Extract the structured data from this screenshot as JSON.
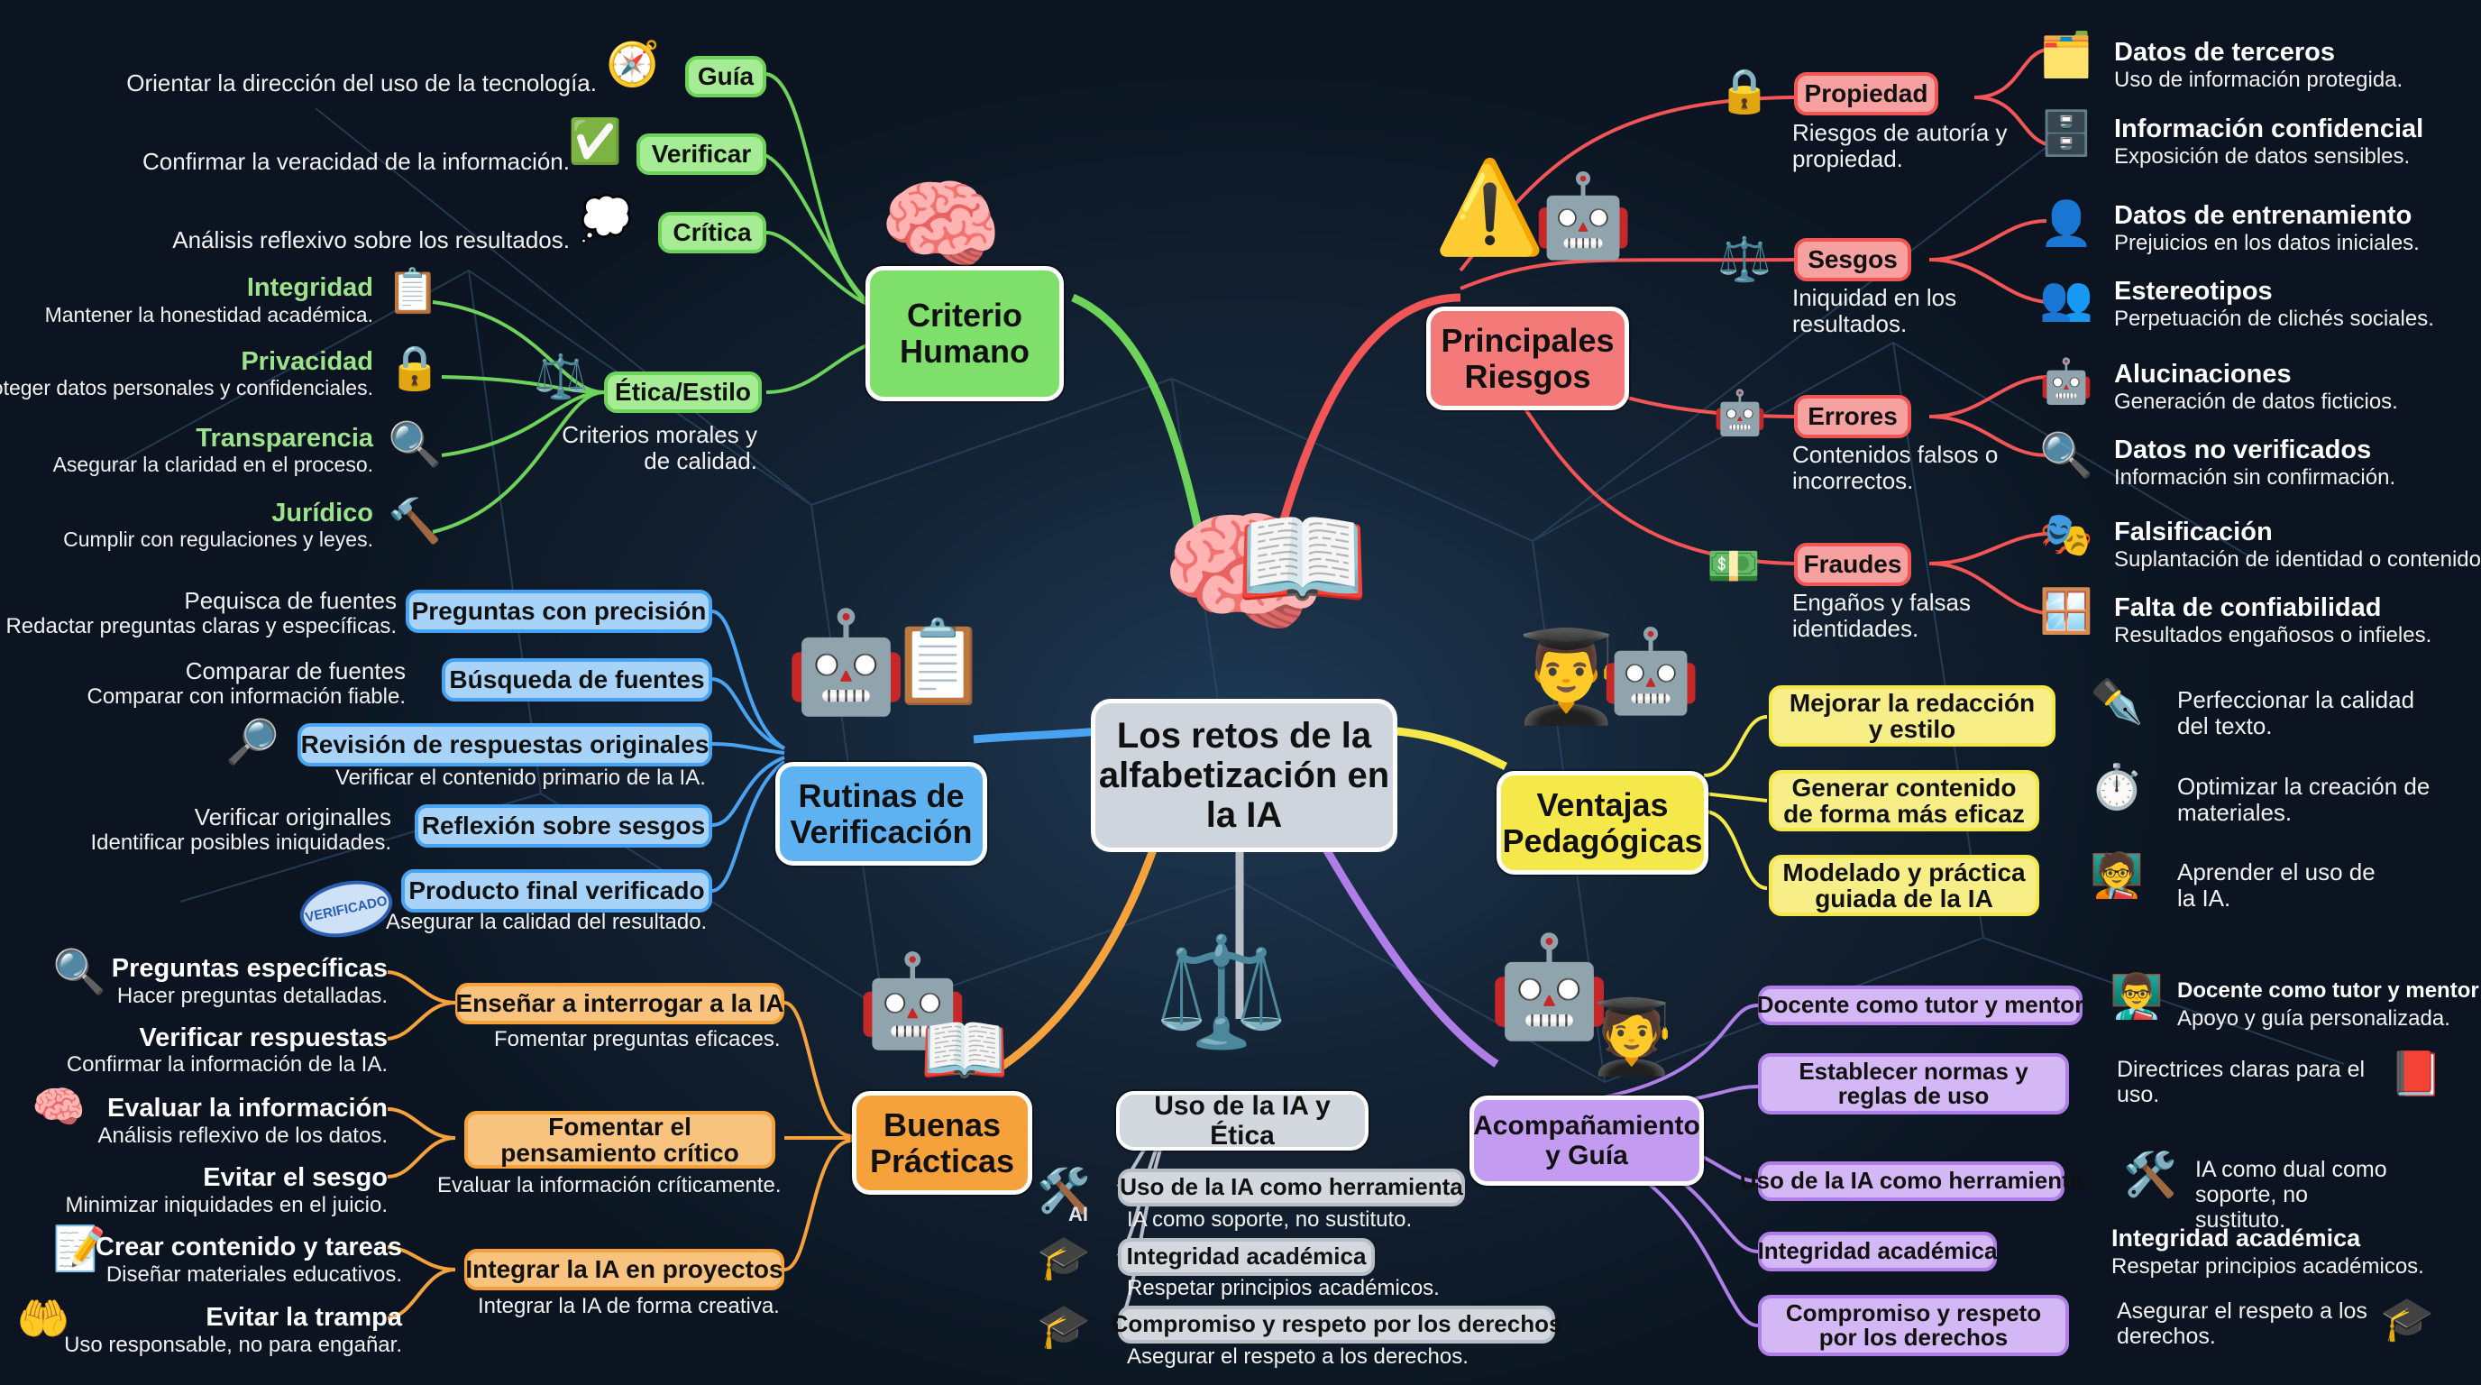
{
  "center": {
    "title": "Los retos de la alfabetización en la IA"
  },
  "colors": {
    "green": "#6ed35a",
    "red": "#f25555",
    "blue": "#4aa3f0",
    "yellow": "#f5e84a",
    "orange": "#f6a23c",
    "purple": "#b07ee8",
    "gray": "#b8bec6"
  },
  "criterio": {
    "title": "Criterio Humano",
    "items": [
      {
        "label": "Guía",
        "desc": "Orientar la dirección del uso de la tecnología."
      },
      {
        "label": "Verificar",
        "desc": "Confirmar la veracidad de la información."
      },
      {
        "label": "Crítica",
        "desc": "Análisis reflexivo sobre los resultados."
      },
      {
        "label": "Ética/Estilo",
        "desc": "Criterios morales y de calidad."
      }
    ],
    "etica_sub": [
      {
        "head": "Integridad",
        "desc": "Mantener la honestidad académica."
      },
      {
        "head": "Privacidad",
        "desc": "Proteger datos personales y confidenciales."
      },
      {
        "head": "Transparencia",
        "desc": "Asegurar la claridad en el proceso."
      },
      {
        "head": "Jurídico",
        "desc": "Cumplir con regulaciones y leyes."
      }
    ]
  },
  "riesgos": {
    "title": "Principales Riesgos",
    "items": [
      {
        "label": "Propiedad",
        "desc": "Riesgos de autoría y propiedad.",
        "subs": [
          {
            "head": "Datos de terceros",
            "desc": "Uso de información protegida."
          },
          {
            "head": "Información confidencial",
            "desc": "Exposición de datos sensibles."
          }
        ]
      },
      {
        "label": "Sesgos",
        "desc": "Iniquidad en los resultados.",
        "subs": [
          {
            "head": "Datos de entrenamiento",
            "desc": "Prejuicios en los datos iniciales."
          },
          {
            "head": "Estereotipos",
            "desc": "Perpetuación de clichés sociales."
          }
        ]
      },
      {
        "label": "Errores",
        "desc": "Contenidos falsos o incorrectos.",
        "subs": [
          {
            "head": "Alucinaciones",
            "desc": "Generación de datos ficticios."
          },
          {
            "head": "Datos no verificados",
            "desc": "Información sin confirmación."
          }
        ]
      },
      {
        "label": "Fraudes",
        "desc": "Engaños y falsas identidades.",
        "subs": [
          {
            "head": "Falsificación",
            "desc": "Suplantación de identidad o contenido."
          },
          {
            "head": "Falta de confiabilidad",
            "desc": "Resultados engañosos o infieles."
          }
        ]
      }
    ]
  },
  "rutinas": {
    "title": "Rutinas de Verificación",
    "items": [
      {
        "label": "Preguntas con precisión",
        "head": "Pequisca de fuentes",
        "desc": "Redactar preguntas claras y específicas."
      },
      {
        "label": "Búsqueda de fuentes",
        "head": "Comparar de fuentes",
        "desc": "Comparar con información fiable."
      },
      {
        "label": "Revisión de respuestas originales",
        "head": "",
        "desc": "Verificar el contenido primario de la IA."
      },
      {
        "label": "Reflexión sobre sesgos",
        "head": "Verificar originalles",
        "desc": "Identificar posibles iniquidades."
      },
      {
        "label": "Producto final verificado",
        "head": "",
        "desc": "Asegurar la calidad del resultado."
      }
    ],
    "stamp": "VERIFICADO"
  },
  "ventajas": {
    "title": "Ventajas Pedagógicas",
    "items": [
      {
        "label": "Mejorar la redacción y estilo",
        "desc": "Perfeccionar la calidad del texto."
      },
      {
        "label": "Generar contenido de forma más eficaz",
        "desc": "Optimizar la creación de materiales."
      },
      {
        "label": "Modelado y práctica guiada de la IA",
        "desc": "Aprender el uso de la IA."
      }
    ]
  },
  "buenas": {
    "title": "Buenas Prácticas",
    "items": [
      {
        "label": "Enseñar a interrogar a la IA",
        "desc": "Fomentar preguntas eficaces."
      },
      {
        "label": "Fomentar el pensamiento crítico",
        "desc": "Evaluar la información críticamente."
      },
      {
        "label": "Integrar la IA en proyectos",
        "desc": "Integrar la IA de forma creativa."
      }
    ],
    "subs": [
      {
        "head": "Preguntas específicas",
        "desc": "Hacer preguntas detalladas."
      },
      {
        "head": "Verificar respuestas",
        "desc": "Confirmar la información de la IA."
      },
      {
        "head": "Evaluar la información",
        "desc": "Análisis reflexivo de los datos."
      },
      {
        "head": "Evitar el sesgo",
        "desc": "Minimizar iniquidades en el juicio."
      },
      {
        "head": "Crear contenido y tareas",
        "desc": "Diseñar materiales educativos."
      },
      {
        "head": "Evitar la trampa",
        "desc": "Uso responsable, no para engañar."
      }
    ]
  },
  "uso": {
    "title": "Uso de la IA y Ética",
    "items": [
      {
        "label": "Uso de la IA como herramienta",
        "desc": "IA como soporte, no sustituto."
      },
      {
        "label": "Integridad académica",
        "desc": "Respetar principios académicos."
      },
      {
        "label": "Compromiso y respeto por los derechos",
        "desc": "Asegurar el respeto a los derechos."
      }
    ],
    "ai_badge": "AI"
  },
  "acomp": {
    "title": "Acompañamiento y Guía",
    "items": [
      {
        "label": "Docente como tutor y mentor",
        "head": "Docente como tutor y mentor",
        "desc": "Apoyo y guía personalizada."
      },
      {
        "label": "Establecer normas y reglas de uso",
        "head": "",
        "desc": "Directrices claras para el uso."
      },
      {
        "label": "Uso de la IA como herramienta",
        "head": "",
        "desc": "IA como dual como soporte, no sustituto."
      },
      {
        "label": "Integridad académica",
        "head": "Integridad académica",
        "desc": "Respetar principios académicos."
      },
      {
        "label": "Compromiso y respeto por los derechos",
        "head": "",
        "desc": "Asegurar el respeto a los derechos."
      }
    ]
  },
  "icons": [
    "brain-book-icon",
    "compass-icon",
    "check-icon",
    "thought-bubble-icon",
    "scales-icon",
    "clipboard-icon",
    "padlock-icon",
    "brain-magnifier-icon",
    "gavel-icon",
    "warning-icon",
    "robot-icon",
    "folder-icon",
    "safe-icon",
    "circuit-head-icon",
    "people-icon",
    "glitch-robot-icon",
    "cracked-magnifier-icon",
    "money-hand-icon",
    "puppet-icon",
    "broken-glass-icon",
    "graduate-robot-icon",
    "quill-icon",
    "clock-money-icon",
    "teacher-icon",
    "book-gear-icon",
    "tools-icon",
    "cap-icon",
    "hands-cap-icon"
  ]
}
